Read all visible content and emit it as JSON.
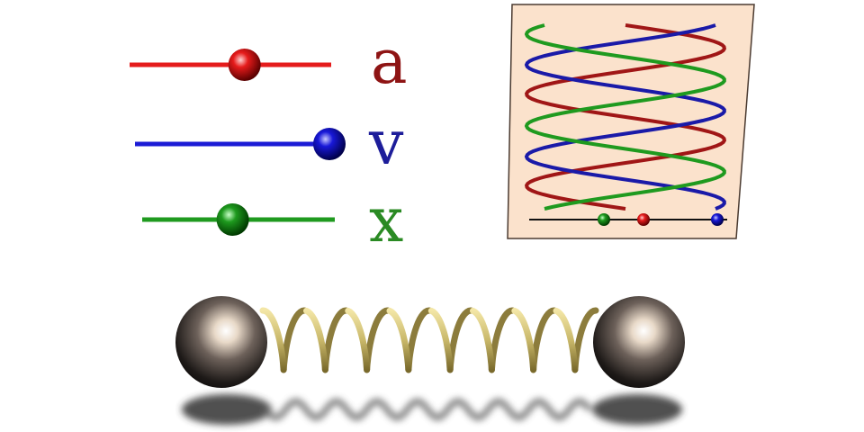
{
  "legend": [
    {
      "label": "a",
      "color": "#8e1414"
    },
    {
      "label": "v",
      "color": "#1d1d9a"
    },
    {
      "label": "x",
      "color": "#2a8a23"
    }
  ],
  "colors": {
    "acceleration": "#e51c1c",
    "velocity": "#1c1cd6",
    "position": "#1f9a1f",
    "panel_background": "#fbe2cc",
    "spring": "#c9b86a",
    "mass": "#3a332e"
  },
  "state": {
    "position_ball_fraction": 0.47,
    "velocity_ball_fraction": 1.0,
    "acceleration_ball_fraction": 0.57
  },
  "icons": {
    "mass_left": "metal-sphere-icon",
    "mass_right": "metal-sphere-icon",
    "spring": "helical-spring-icon"
  }
}
